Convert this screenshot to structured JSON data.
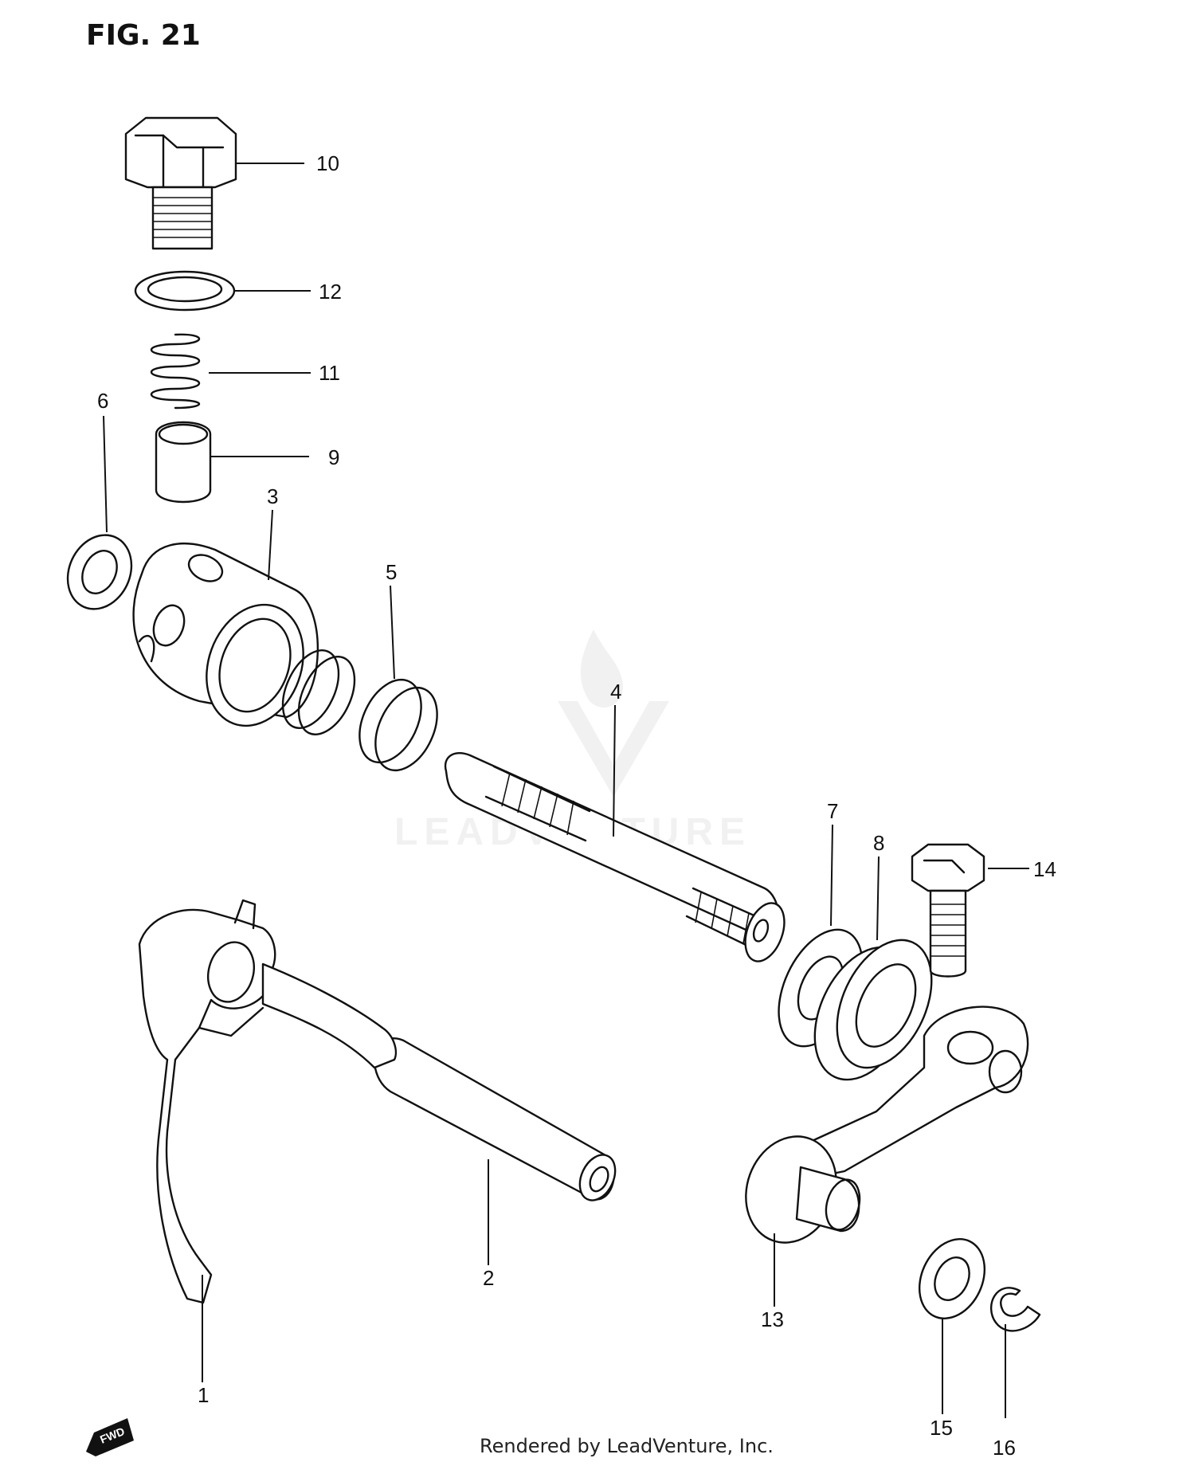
{
  "figure": {
    "title": "FIG. 21",
    "credit": "Rendered by LeadVenture, Inc.",
    "fwd_mark": "FWD"
  },
  "watermark": {
    "text": "LEADVENTURE"
  },
  "callouts": [
    {
      "id": "c1",
      "label": "1"
    },
    {
      "id": "c2",
      "label": "2"
    },
    {
      "id": "c3",
      "label": "3"
    },
    {
      "id": "c4",
      "label": "4"
    },
    {
      "id": "c5",
      "label": "5"
    },
    {
      "id": "c6",
      "label": "6"
    },
    {
      "id": "c7",
      "label": "7"
    },
    {
      "id": "c8",
      "label": "8"
    },
    {
      "id": "c9",
      "label": "9"
    },
    {
      "id": "c10",
      "label": "10"
    },
    {
      "id": "c11",
      "label": "11"
    },
    {
      "id": "c12",
      "label": "12"
    },
    {
      "id": "c13",
      "label": "13"
    },
    {
      "id": "c14",
      "label": "14"
    },
    {
      "id": "c15",
      "label": "15"
    },
    {
      "id": "c16",
      "label": "16"
    }
  ]
}
